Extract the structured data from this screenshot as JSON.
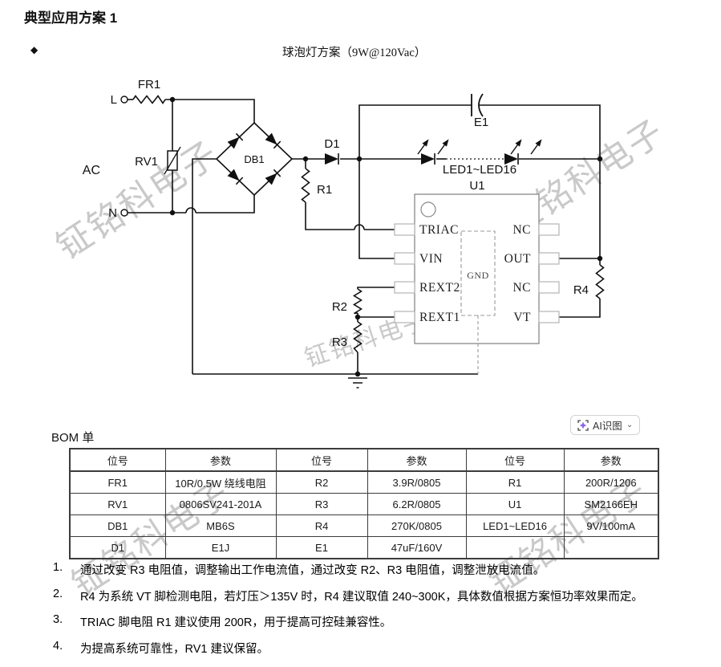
{
  "page": {
    "title": "典型应用方案 1",
    "bullet": "◆",
    "scheme_title": "球泡灯方案（9W@120Vac）"
  },
  "watermark": "钲铭科电子",
  "circuit": {
    "terminal_l": "L",
    "terminal_n": "N",
    "ac_label": "AC",
    "fuse": "FR1",
    "varistor": "RV1",
    "bridge": "DB1",
    "diode": "D1",
    "r1": "R1",
    "r2": "R2",
    "r3": "R3",
    "r4": "R4",
    "cap": "E1",
    "led_string": "LED1~LED16",
    "ic": "U1",
    "pins": {
      "left": [
        "TRIAC",
        "VIN",
        "REXT2",
        "REXT1"
      ],
      "right": [
        "NC",
        "OUT",
        "NC",
        "VT"
      ],
      "gnd": "GND"
    }
  },
  "bom": {
    "label": "BOM 单",
    "ai_button": {
      "label": "AI识图"
    },
    "table": {
      "headers": [
        "位号",
        "参数",
        "位号",
        "参数",
        "位号",
        "参数"
      ],
      "rows": [
        [
          "FR1",
          "10R/0.5W 绕线电阻",
          "R2",
          "3.9R/0805",
          "R1",
          "200R/1206"
        ],
        [
          "RV1",
          "0806SV241-201A",
          "R3",
          "6.2R/0805",
          "U1",
          "SM2166EH"
        ],
        [
          "DB1",
          "MB6S",
          "R4",
          "270K/0805",
          "LED1~LED16",
          "9V/100mA"
        ],
        [
          "D1",
          "E1J",
          "E1",
          "47uF/160V",
          "",
          ""
        ]
      ]
    }
  },
  "notes": [
    {
      "num": "1.",
      "text": "通过改变 R3 电阻值，调整输出工作电流值，通过改变 R2、R3 电阻值，调整泄放电流值。"
    },
    {
      "num": "2.",
      "text": "R4 为系统 VT 脚检测电阻，若灯压＞135V 时，R4 建议取值 240~300K，具体数值根据方案恒功率效果而定。"
    },
    {
      "num": "3.",
      "text": "TRIAC 脚电阻 R1 建议使用 200R，用于提高可控硅兼容性。"
    },
    {
      "num": "4.",
      "text": "为提高系统可靠性，RV1 建议保留。"
    }
  ]
}
